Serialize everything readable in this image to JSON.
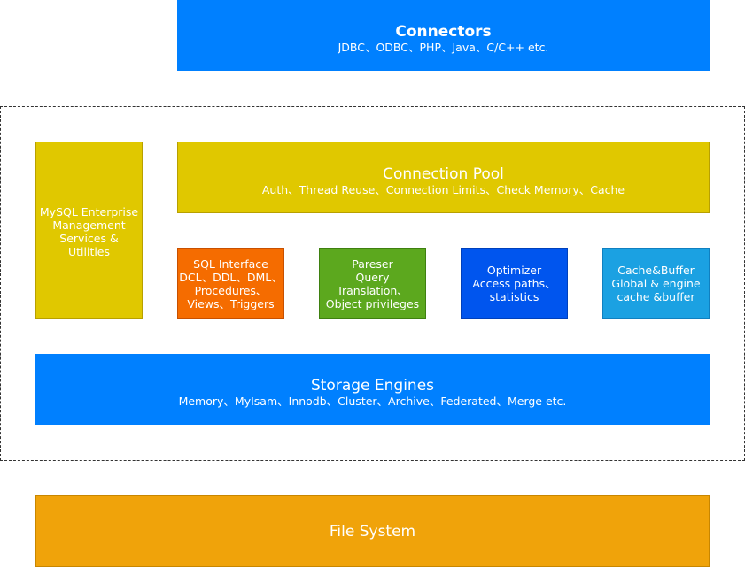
{
  "connectors": {
    "title": "Connectors",
    "subtitle": "JDBC、ODBC、PHP、Java、C/C++ etc."
  },
  "management": {
    "lines": [
      "MySQL Enterprise",
      "Management",
      "Services &",
      "Utilities"
    ]
  },
  "connection_pool": {
    "title": "Connection Pool",
    "subtitle": "Auth、Thread Reuse、Connection Limits、Check Memory、Cache"
  },
  "sql_interface": {
    "lines": [
      "SQL Interface",
      "DCL、DDL、DML、",
      "Procedures、",
      "Views、Triggers"
    ]
  },
  "parser": {
    "lines": [
      "Pareser",
      "Query",
      "Translation、",
      "Object privileges"
    ]
  },
  "optimizer": {
    "lines": [
      "Optimizer",
      "Access paths、",
      "statistics"
    ]
  },
  "cache_buffer": {
    "lines": [
      "Cache&Buffer",
      "Global & engine",
      "cache &buffer"
    ]
  },
  "storage_engines": {
    "title": "Storage Engines",
    "subtitle": "Memory、MyIsam、Innodb、Cluster、Archive、Federated、Merge etc."
  },
  "file_system": {
    "title": "File System"
  },
  "colors": {
    "blue": "#0080ff",
    "yellow": "#e0c800",
    "orange": "#f56c00",
    "green": "#5ca81e",
    "dark_blue": "#0055ee",
    "light_blue": "#1ba1e2",
    "amber": "#f0a30a"
  }
}
